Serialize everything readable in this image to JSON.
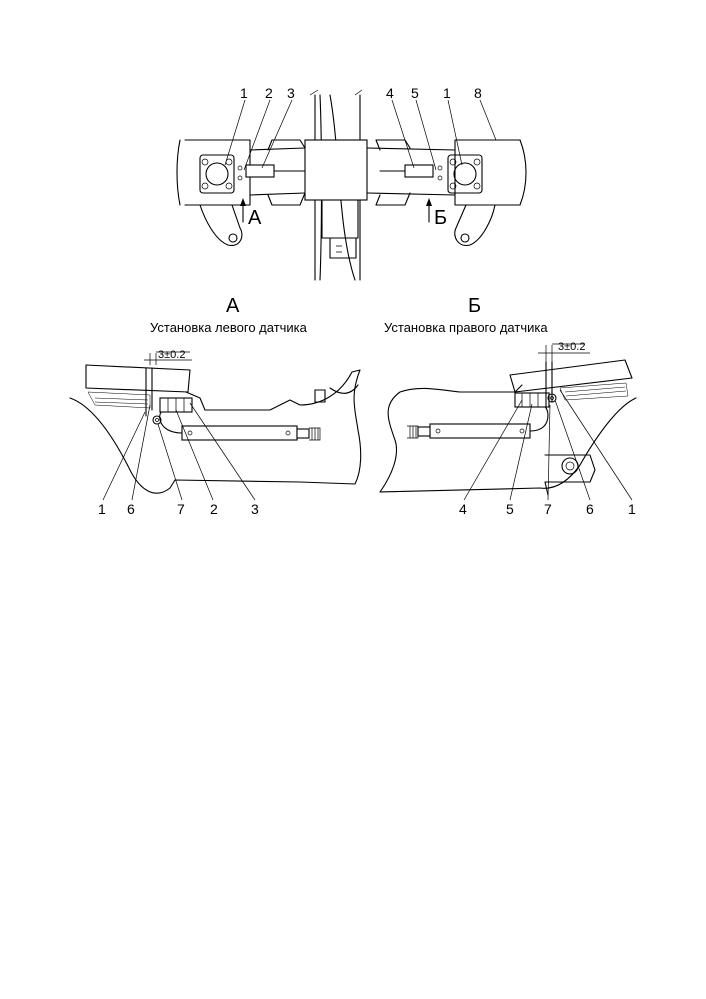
{
  "overview": {
    "callouts_top_left": [
      "1",
      "2",
      "3"
    ],
    "callouts_top_right": [
      "4",
      "5",
      "1",
      "8"
    ],
    "view_arrow_left": "А",
    "view_arrow_right": "Б"
  },
  "view_a": {
    "letter": "А",
    "caption": "Установка левого датчика",
    "dimension": "3±0.2",
    "callouts": [
      "1",
      "6",
      "7",
      "2",
      "3"
    ]
  },
  "view_b": {
    "letter": "Б",
    "caption": "Установка правого датчика",
    "dimension": "3±0.2",
    "callouts": [
      "4",
      "5",
      "7",
      "6",
      "1"
    ]
  }
}
